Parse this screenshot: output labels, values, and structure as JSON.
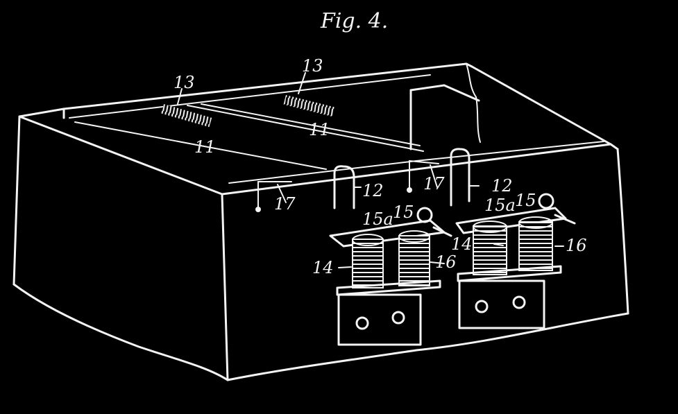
{
  "figure": {
    "title": "Fig. 4.",
    "labels": {
      "l11_left": "11",
      "l11_right": "11",
      "l12_left": "12",
      "l12_right": "12",
      "l13_left": "13",
      "l13_right": "13",
      "l14_left": "14",
      "l14_right": "14",
      "l15_left": "15",
      "l15_right": "15",
      "l15a_left": "15a",
      "l15a_right": "15a",
      "l16_left": "16",
      "l16_right": "16",
      "l17_left": "17",
      "l17_right": "17"
    }
  },
  "colors": {
    "background": "#000000",
    "ink": "#f4f4f4"
  }
}
